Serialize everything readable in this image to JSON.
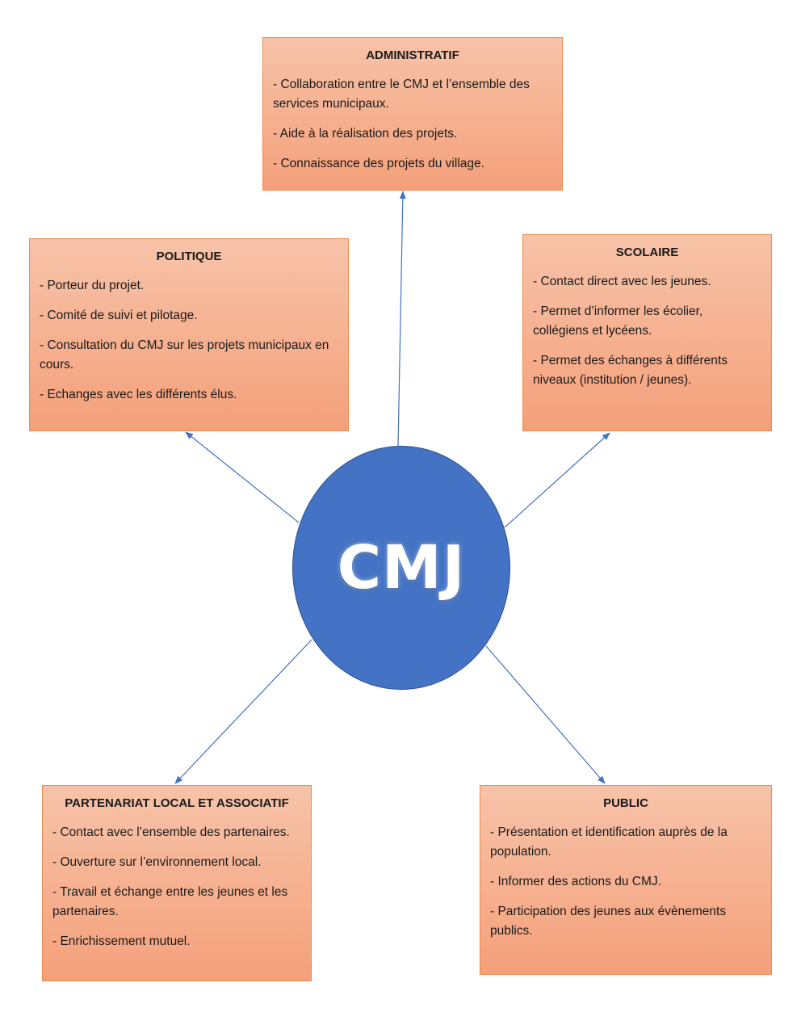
{
  "center": {
    "label": "CMJ"
  },
  "boxes": {
    "administratif": {
      "title": "ADMINISTRATIF",
      "items": [
        "- Collaboration entre le CMJ et l’ensemble des services municipaux.",
        "- Aide à la réalisation des projets.",
        "- Connaissance des projets du village."
      ]
    },
    "politique": {
      "title": "POLITIQUE",
      "items": [
        "- Porteur du projet.",
        "- Comité de suivi et pilotage.",
        "- Consultation du CMJ sur les projets municipaux en cours.",
        "- Echanges avec les différents élus."
      ]
    },
    "scolaire": {
      "title": "SCOLAIRE",
      "items": [
        "- Contact direct avec les jeunes.",
        "- Permet d’informer les écolier, collégiens et lycéens.",
        "- Permet des échanges à différents niveaux (institution / jeunes)."
      ]
    },
    "partenariat": {
      "title": "PARTENARIAT LOCAL ET ASSOCIATIF",
      "items": [
        "- Contact avec l’ensemble des partenaires.",
        "- Ouverture sur l’environnement local.",
        "- Travail et échange entre les jeunes et les partenaires.",
        "- Enrichissement mutuel."
      ]
    },
    "public": {
      "title": "PUBLIC",
      "items": [
        "- Présentation et identification auprès de la population.",
        "- Informer des actions du CMJ.",
        "- Participation des jeunes aux évènements publics."
      ]
    }
  },
  "colors": {
    "circle_fill": "#4472c4",
    "box_fill": "#f6b08f",
    "box_border": "#f08a4f",
    "arrow": "#4472c4"
  }
}
